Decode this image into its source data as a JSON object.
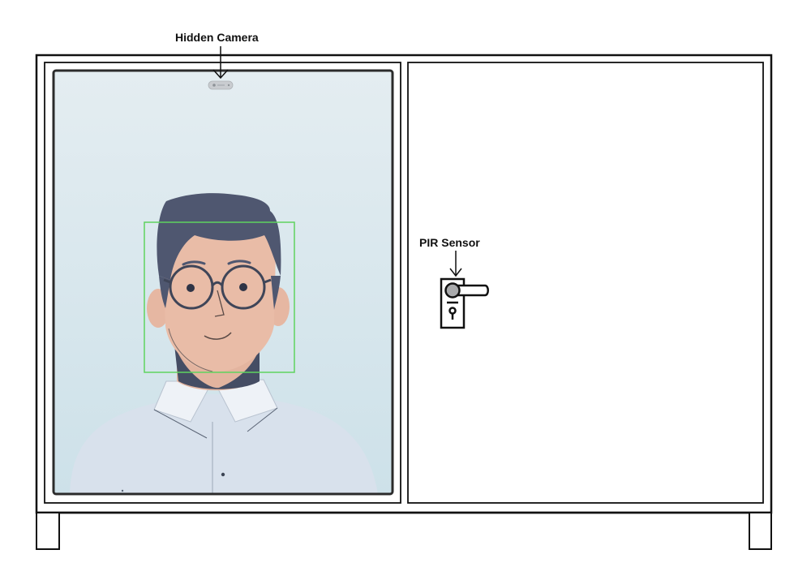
{
  "labels": {
    "camera": "Hidden Camera",
    "pir": "PIR Sensor"
  },
  "icons": {
    "camera": "camera-icon",
    "door_handle": "door-handle-icon",
    "person": "person-illustration"
  },
  "colors": {
    "outline": "#111111",
    "face_box": "#5fd35f",
    "panel_bg_top": "#dfe9ee",
    "panel_bg_bottom": "#cfe2ea",
    "hair": "#4f5770",
    "skin": "#e8bba6",
    "shirt": "#d9e2ee"
  }
}
